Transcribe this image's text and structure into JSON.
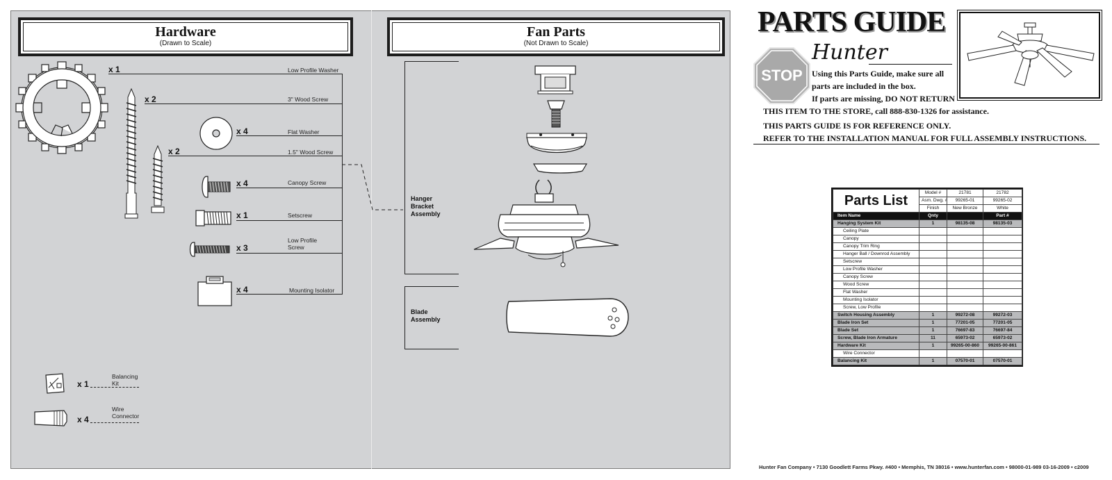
{
  "hardware": {
    "title": "Hardware",
    "subtitle": "(Drawn to Scale)",
    "items": [
      {
        "qty": "x 1",
        "label": "Low Profile Washer"
      },
      {
        "qty": "x 2",
        "label": "3\" Wood Screw"
      },
      {
        "qty": "x 4",
        "label": "Flat Washer"
      },
      {
        "qty": "x 2",
        "label": "1.5\" Wood Screw"
      },
      {
        "qty": "x 4",
        "label": "Canopy Screw"
      },
      {
        "qty": "x 1",
        "label": "Setscrew"
      },
      {
        "qty": "x 3",
        "label": "Low Profile Screw"
      },
      {
        "qty": "x 4",
        "label": "Mounting Isolator"
      }
    ],
    "extras": [
      {
        "qty": "x 1",
        "label": "Balancing Kit"
      },
      {
        "qty": "x 4",
        "label": "Wire Connector"
      }
    ]
  },
  "fan_parts": {
    "title": "Fan Parts",
    "subtitle": "(Not Drawn to Scale)",
    "hanger_label": "Hanger Bracket Assembly",
    "blade_label": "Blade Assembly"
  },
  "header": {
    "title": "PARTS GUIDE",
    "brand": "Hunter",
    "stop": "STOP",
    "line1": "Using this Parts Guide, make sure all",
    "line2": "parts are included in the box.",
    "line3": "If parts are missing, DO NOT RETURN",
    "line4": "THIS ITEM TO THE STORE, call 888-830-1326 for assistance.",
    "line5": "THIS PARTS GUIDE IS FOR REFERENCE ONLY.",
    "line6": "REFER TO THE INSTALLATION MANUAL FOR FULL ASSEMBLY INSTRUCTIONS."
  },
  "parts_list": {
    "title": "Parts List",
    "model_label": "Model #",
    "asm_label": "Asm. Dwg. #",
    "finish_label": "Finish",
    "models": [
      "21781",
      "21782"
    ],
    "asm": [
      "99265-01",
      "99265-02"
    ],
    "finishes": [
      "New Bronze",
      "White"
    ],
    "col_item": "Item Name",
    "col_qty": "Qnty",
    "col_part": "Part #",
    "rows": [
      {
        "name": "Hanging System Kit",
        "qty": "1",
        "a": "98135-08",
        "b": "98135-03",
        "kind": "bold"
      },
      {
        "name": "Ceiling Plate",
        "qty": "",
        "a": "",
        "b": "",
        "kind": "sub"
      },
      {
        "name": "Canopy",
        "qty": "",
        "a": "",
        "b": "",
        "kind": "sub"
      },
      {
        "name": "Canopy Trim Ring",
        "qty": "",
        "a": "",
        "b": "",
        "kind": "sub"
      },
      {
        "name": "Hanger Ball / Downrod Assembly",
        "qty": "",
        "a": "",
        "b": "",
        "kind": "sub"
      },
      {
        "name": "Setscrew",
        "qty": "",
        "a": "",
        "b": "",
        "kind": "sub"
      },
      {
        "name": "Low Profile Washer",
        "qty": "",
        "a": "",
        "b": "",
        "kind": "sub"
      },
      {
        "name": "Canopy Screw",
        "qty": "",
        "a": "",
        "b": "",
        "kind": "sub"
      },
      {
        "name": "Wood Screw",
        "qty": "",
        "a": "",
        "b": "",
        "kind": "sub"
      },
      {
        "name": "Flat Washer",
        "qty": "",
        "a": "",
        "b": "",
        "kind": "sub"
      },
      {
        "name": "Mounting Isolator",
        "qty": "",
        "a": "",
        "b": "",
        "kind": "sub"
      },
      {
        "name": "Screw, Low Profile",
        "qty": "",
        "a": "",
        "b": "",
        "kind": "sub"
      },
      {
        "name": "Switch Housing Assembly",
        "qty": "1",
        "a": "99272-08",
        "b": "99272-03",
        "kind": "bold"
      },
      {
        "name": "Blade Iron Set",
        "qty": "1",
        "a": "77201-05",
        "b": "77201-05",
        "kind": "bold"
      },
      {
        "name": "Blade Set",
        "qty": "1",
        "a": "76697-83",
        "b": "76697-84",
        "kind": "bold"
      },
      {
        "name": "Screw, Blade Iron Armature",
        "qty": "11",
        "a": "65973-02",
        "b": "65973-02",
        "kind": "bold"
      },
      {
        "name": "Hardware Kit",
        "qty": "1",
        "a": "99265-00-860",
        "b": "99265-00-861",
        "kind": "bold"
      },
      {
        "name": "Wire Connector",
        "qty": "",
        "a": "",
        "b": "",
        "kind": "sub"
      },
      {
        "name": "Balancing Kit",
        "qty": "1",
        "a": "07570-01",
        "b": "07570-01",
        "kind": "bold"
      }
    ]
  },
  "footer": "Hunter Fan Company • 7130 Goodlett Farms Pkwy. #400 • Memphis, TN 38016 • www.hunterfan.com  •  98000-01-989  03-16-2009  •  c2009"
}
